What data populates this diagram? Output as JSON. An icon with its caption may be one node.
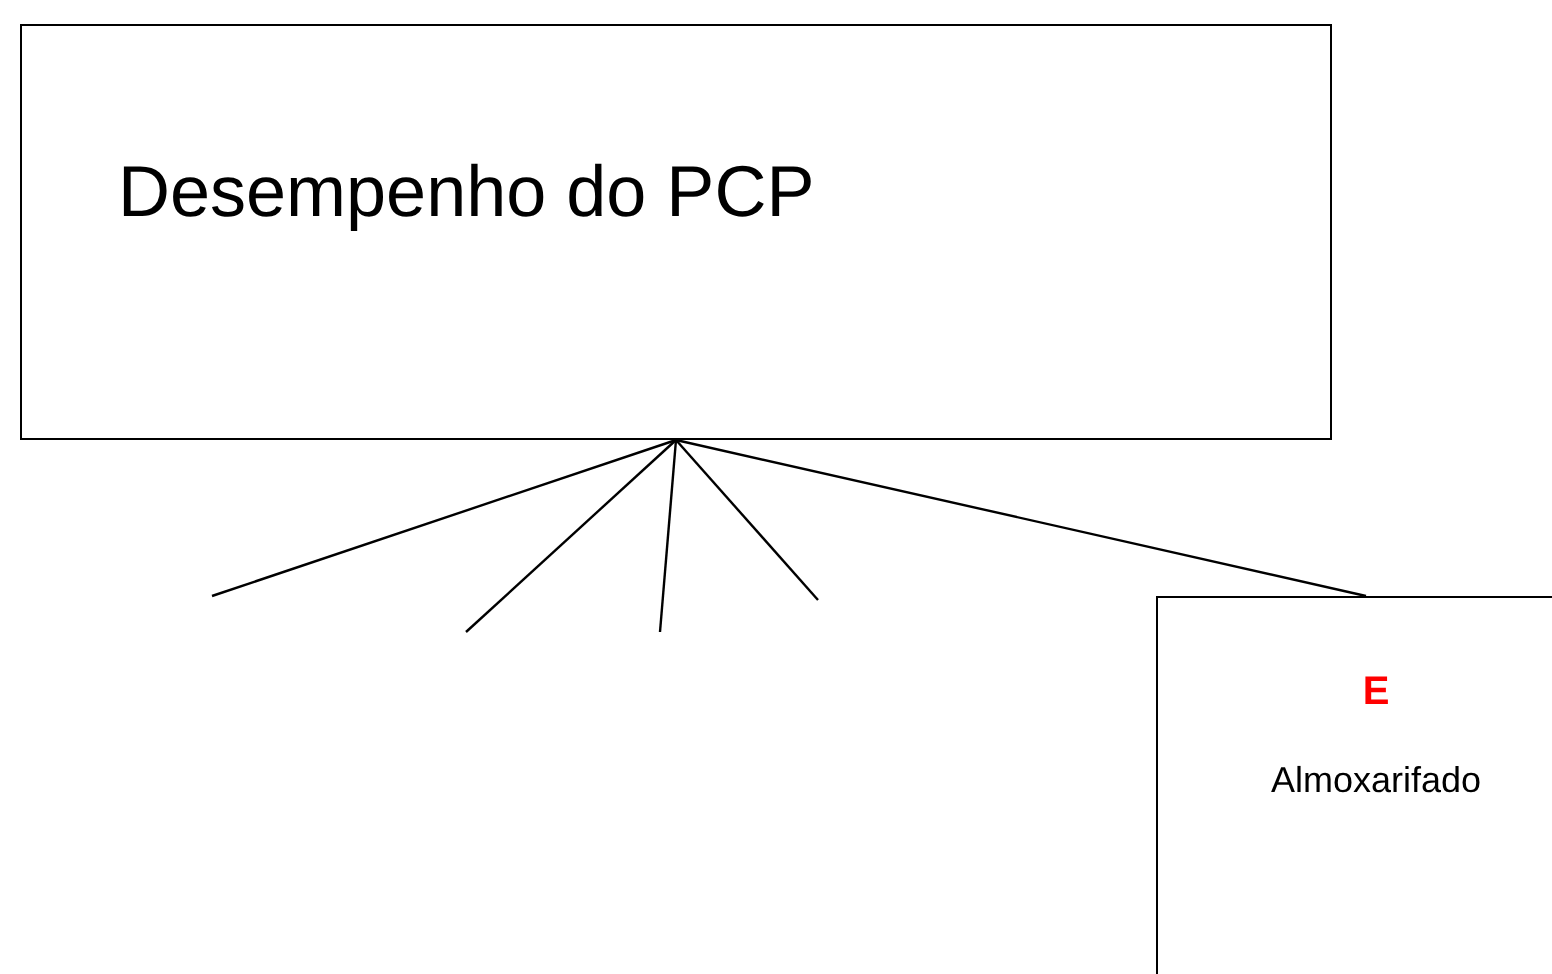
{
  "diagram": {
    "nodes": [
      {
        "text": [
          "Desempenho do PCP"
        ]
      },
      {
        "text": [
          "E",
          "Almoxarifado"
        ]
      }
    ],
    "edges": [
      {
        "from": 0,
        "to": null,
        "arrow": "none"
      },
      {
        "from": 0,
        "to": null,
        "arrow": "none"
      },
      {
        "from": 0,
        "to": null,
        "arrow": "none"
      },
      {
        "from": 0,
        "to": null,
        "arrow": "none"
      },
      {
        "from": 0,
        "to": 1,
        "arrow": "none"
      }
    ]
  }
}
